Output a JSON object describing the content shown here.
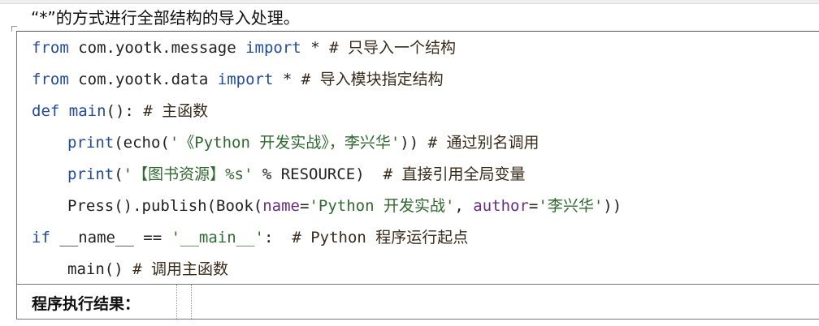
{
  "intro_text": "“*”的方式进行全部结构的导入处理。",
  "code": {
    "line1": {
      "kw1": "from",
      "mod": " com.yootk.message ",
      "kw2": "import",
      "rest": " * ",
      "comment": "# 只导入一个结构"
    },
    "line2": {
      "kw1": "from",
      "mod": " com.yootk.data ",
      "kw2": "import",
      "rest": " * ",
      "comment": "# 导入模块指定结构"
    },
    "line3": {
      "kw1": "def",
      "name": " main",
      "rest": "(): ",
      "comment": "# 主函数"
    },
    "line4": {
      "kw1": "print",
      "p1": "(echo(",
      "str": "'《Python 开发实战》，李兴华'",
      "p2": ")) ",
      "comment": "# 通过别名调用"
    },
    "line5": {
      "kw1": "print",
      "p1": "(",
      "str": "'【图书资源】%s'",
      "p2": " % RESOURCE)  ",
      "comment": "# 直接引用全局变量"
    },
    "line6": {
      "a": "Press().publish(Book(",
      "param1": "name",
      "eq1": "=",
      "str1": "'Python 开发实战'",
      "sep": ", ",
      "param2": "author",
      "eq2": "=",
      "str2": "'李兴华'",
      "b": "))"
    },
    "line7": {
      "kw1": "if",
      "rest": " __name__ == ",
      "str": "'__main__'",
      "colon": ":  ",
      "comment": "# Python 程序运行起点"
    },
    "line8": {
      "a": "main() ",
      "comment": "# 调用主函数"
    }
  },
  "result_label": "程序执行结果："
}
